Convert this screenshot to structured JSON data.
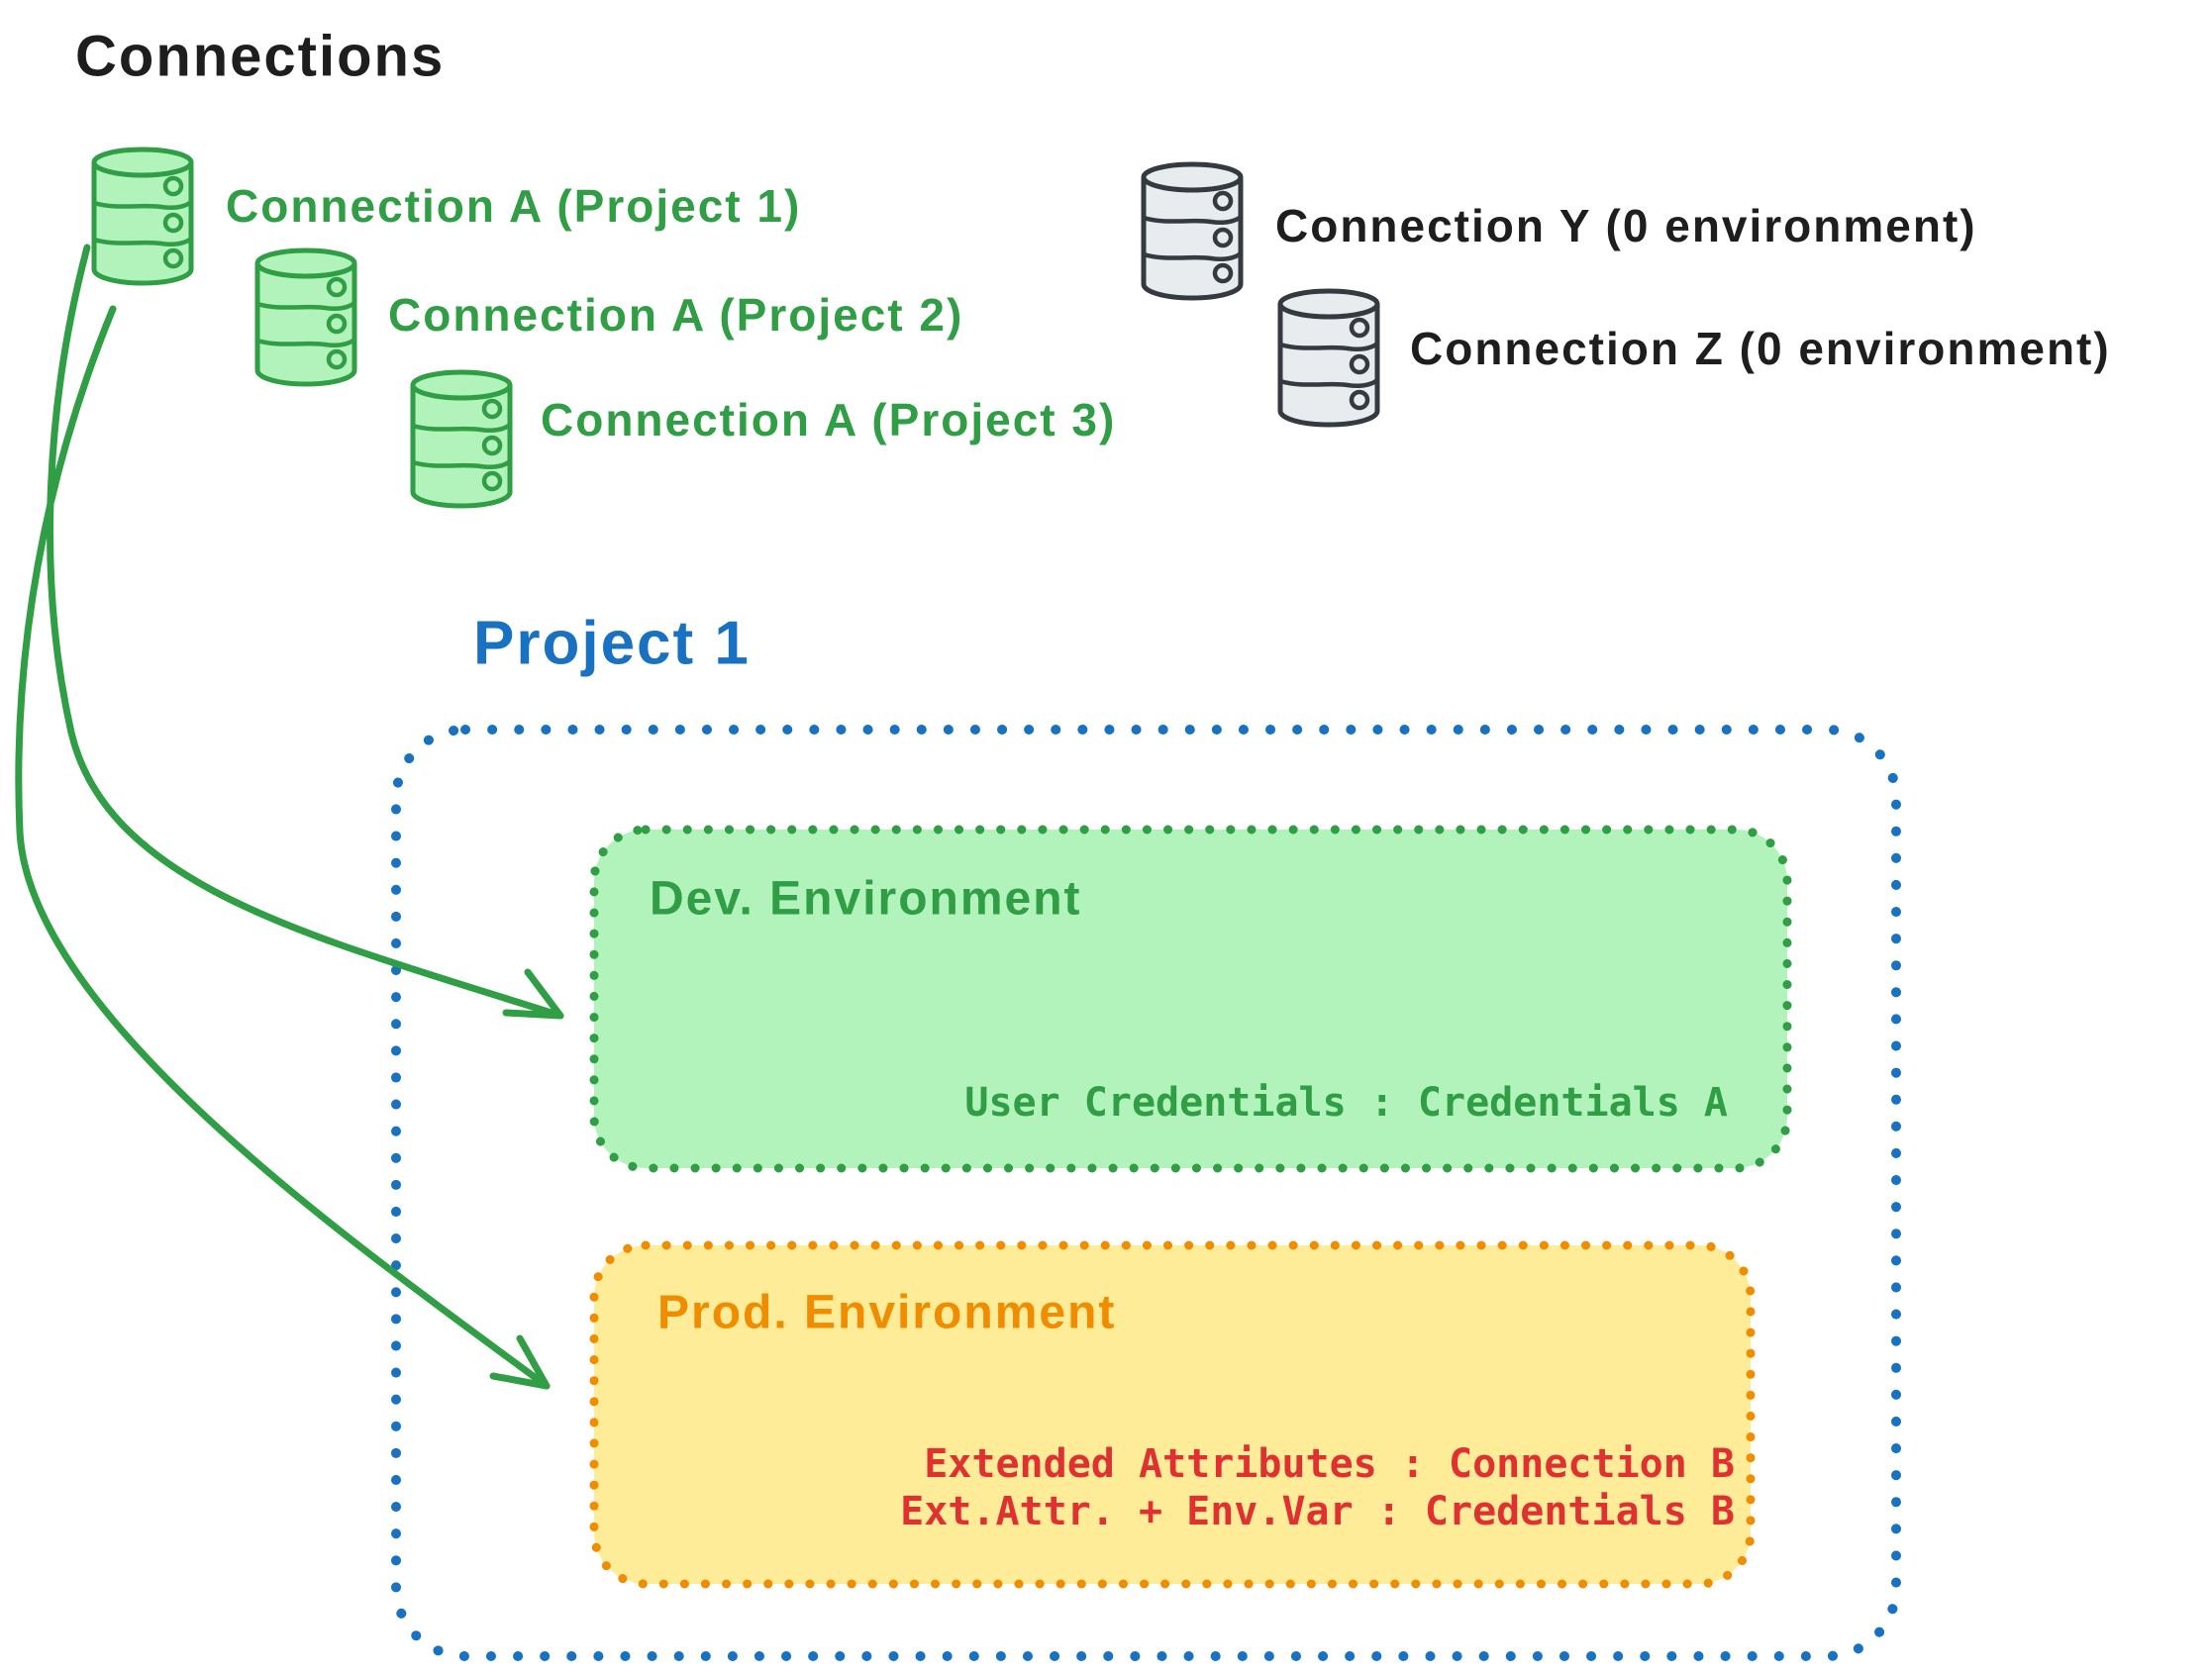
{
  "palette": {
    "ink": "#1e1e1e",
    "green": "#2f9e44",
    "green_fill": "#b2f2bb",
    "gray_stroke": "#343a40",
    "gray_fill": "#e9ecef",
    "blue": "#1971c2",
    "orange": "#f08c00",
    "orange_fill": "#ffec99",
    "red": "#e03131"
  },
  "title": "Connections",
  "green_connections": [
    {
      "label": "Connection A (Project 1)"
    },
    {
      "label": "Connection A (Project 2)"
    },
    {
      "label": "Connection A (Project 3)"
    }
  ],
  "gray_connections": [
    {
      "label": "Connection Y (0 environment)"
    },
    {
      "label": "Connection Z (0 environment)"
    }
  ],
  "project": {
    "title": "Project 1",
    "dev": {
      "title": "Dev. Environment",
      "mapping": "User Credentials : Credentials A"
    },
    "prod": {
      "title": "Prod. Environment",
      "mapping_1": "Extended Attributes : Connection B",
      "mapping_2": "Ext.Attr. + Env.Var : Credentials B"
    }
  },
  "icons": {
    "database_green": "database-icon",
    "database_gray": "database-icon",
    "arrow_dev": "arrow-to-dev-environment",
    "arrow_prod": "arrow-to-prod-environment"
  }
}
